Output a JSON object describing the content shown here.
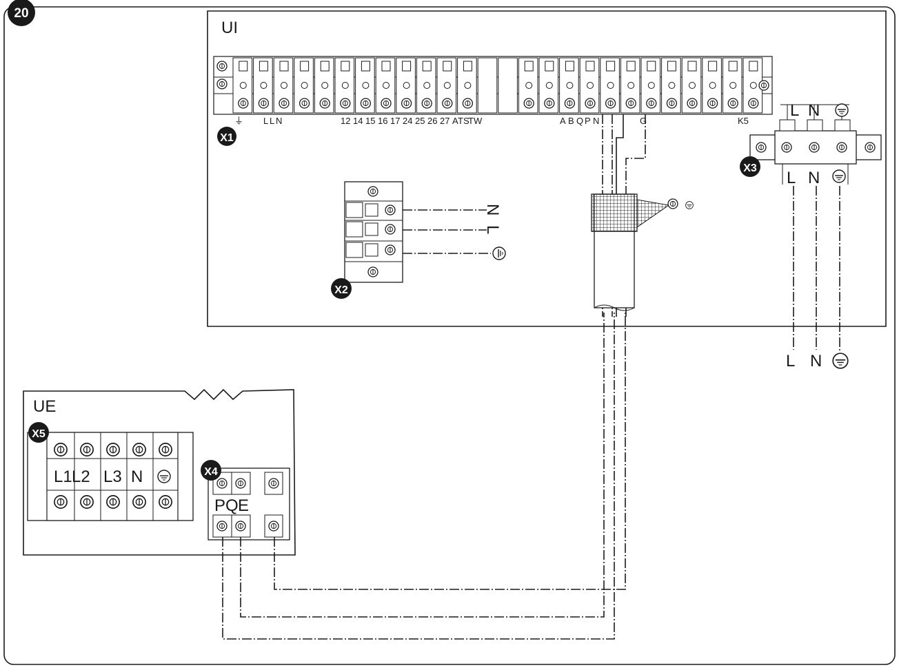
{
  "figure_number": "20",
  "indoor_unit": {
    "label": "UI",
    "x1": {
      "badge": "X1",
      "terminal_labels": [
        "L",
        "L",
        "N",
        "12",
        "14",
        "15",
        "16",
        "17",
        "24",
        "25",
        "26",
        "27",
        "A",
        "T",
        "S",
        "TW",
        "A",
        "B",
        "Q",
        "P",
        "N",
        "G",
        "K5"
      ]
    },
    "x2": {
      "badge": "X2",
      "wire_labels": [
        "N",
        "L"
      ]
    },
    "x3": {
      "badge": "X3",
      "top_labels": [
        "L",
        "N"
      ],
      "bottom_labels": [
        "L",
        "N"
      ],
      "lead_labels": [
        "L",
        "N"
      ]
    }
  },
  "outdoor_unit": {
    "label": "UE",
    "x5": {
      "badge": "X5",
      "terminal_labels": [
        "L1",
        "L2",
        "L3",
        "N"
      ]
    },
    "x4": {
      "badge": "X4",
      "terminal_labels": [
        "P",
        "Q",
        "E"
      ]
    }
  }
}
